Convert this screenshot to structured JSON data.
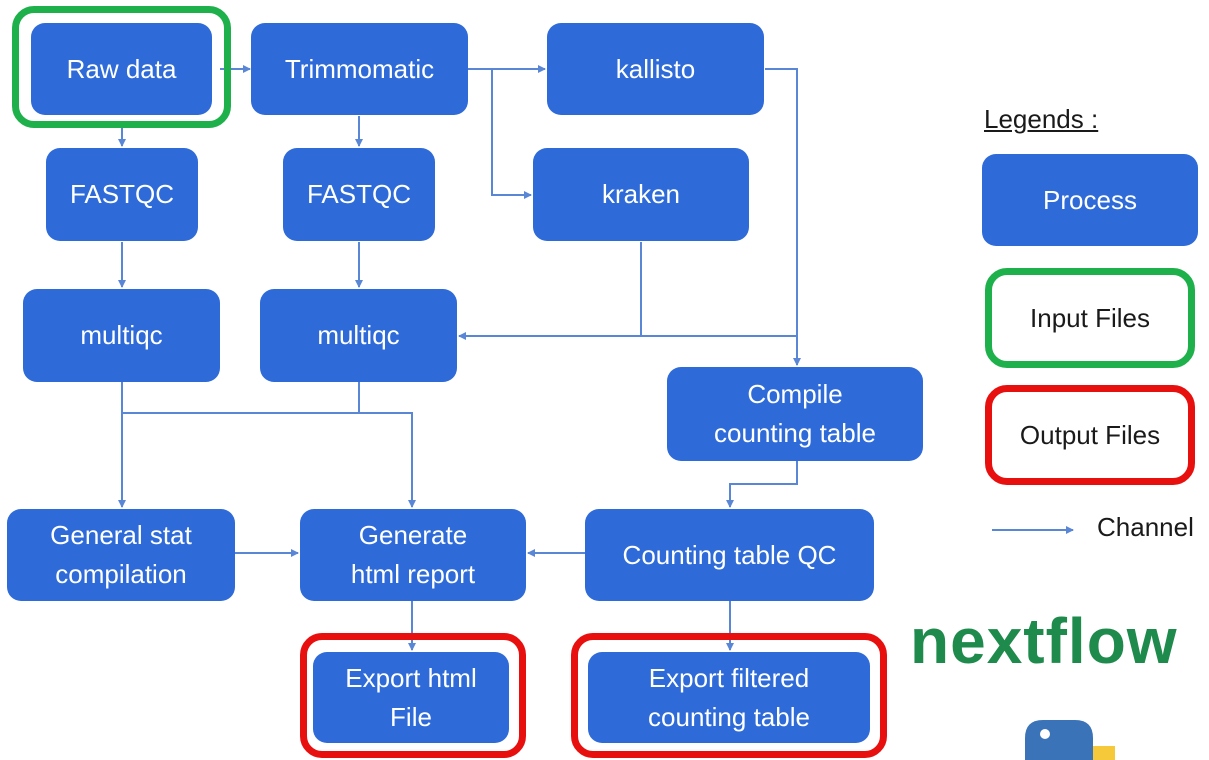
{
  "nodes": {
    "raw_data": "Raw data",
    "trimmomatic": "Trimmomatic",
    "kallisto": "kallisto",
    "fastqc_raw": "FASTQC",
    "fastqc_trim": "FASTQC",
    "kraken": "kraken",
    "multiqc_raw": "multiqc",
    "multiqc_trim": "multiqc",
    "compile_counting_table": "Compile\ncounting table",
    "general_stat": "General stat\ncompilation",
    "generate_html": "Generate\nhtml report",
    "counting_table_qc": "Counting table QC",
    "export_html": "Export html\nFile",
    "export_filtered": "Export filtered\ncounting table"
  },
  "legend": {
    "title": "Legends :",
    "process": "Process",
    "input_files": "Input Files",
    "output_files": "Output Files",
    "channel": "Channel"
  },
  "colors": {
    "process": "#2e6bd9",
    "input_border": "#1eb04a",
    "output_border": "#e80f0f",
    "edge": "#5a86d6"
  },
  "logo": {
    "text": "nextflow"
  }
}
